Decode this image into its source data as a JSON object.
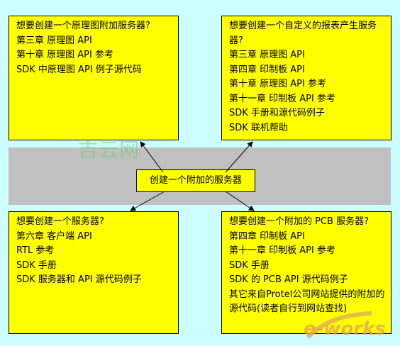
{
  "center_label": "创建一个附加的服务器",
  "boxes": {
    "top_left": {
      "title": "想要创建一个原理图附加服务器?",
      "lines": [
        "第三章 原理图 API",
        "第十章 原理图 API 参考",
        "SDK 中原理图 API 例子源代码"
      ]
    },
    "top_right": {
      "title": "想要创建一个自定义的报表产生服务器?",
      "lines": [
        "第三章 原理图 API",
        "第四章 印制板 API",
        "第十章 原理图 API 参考",
        "第十一章 印制板 API 参考",
        "SDK 手册和源代码例子",
        "SDK 联机帮助"
      ]
    },
    "bottom_left": {
      "title": "想要创建一个服务器?",
      "lines": [
        "第六章 客户端 API",
        "RTL 参考",
        "SDK 手册",
        "SDK 服务器和 API 源代码例子"
      ]
    },
    "bottom_right": {
      "title": "想要创建一个附加的 PCB 服务器?",
      "lines": [
        "第四章 印制板 API",
        "第十一章 印制板 API 参考",
        "SDK 手册",
        "SDK 的 PCB API 源代码例子",
        "其它来自Protel公司网站提供的附加的源代码(读者自行到网站查找)"
      ]
    }
  },
  "watermarks": {
    "site_cn": "吉云网",
    "logo": "e-works"
  },
  "colors": {
    "background": "#ccffff",
    "box_fill": "#ffff00",
    "band": "#c0c0c0"
  }
}
